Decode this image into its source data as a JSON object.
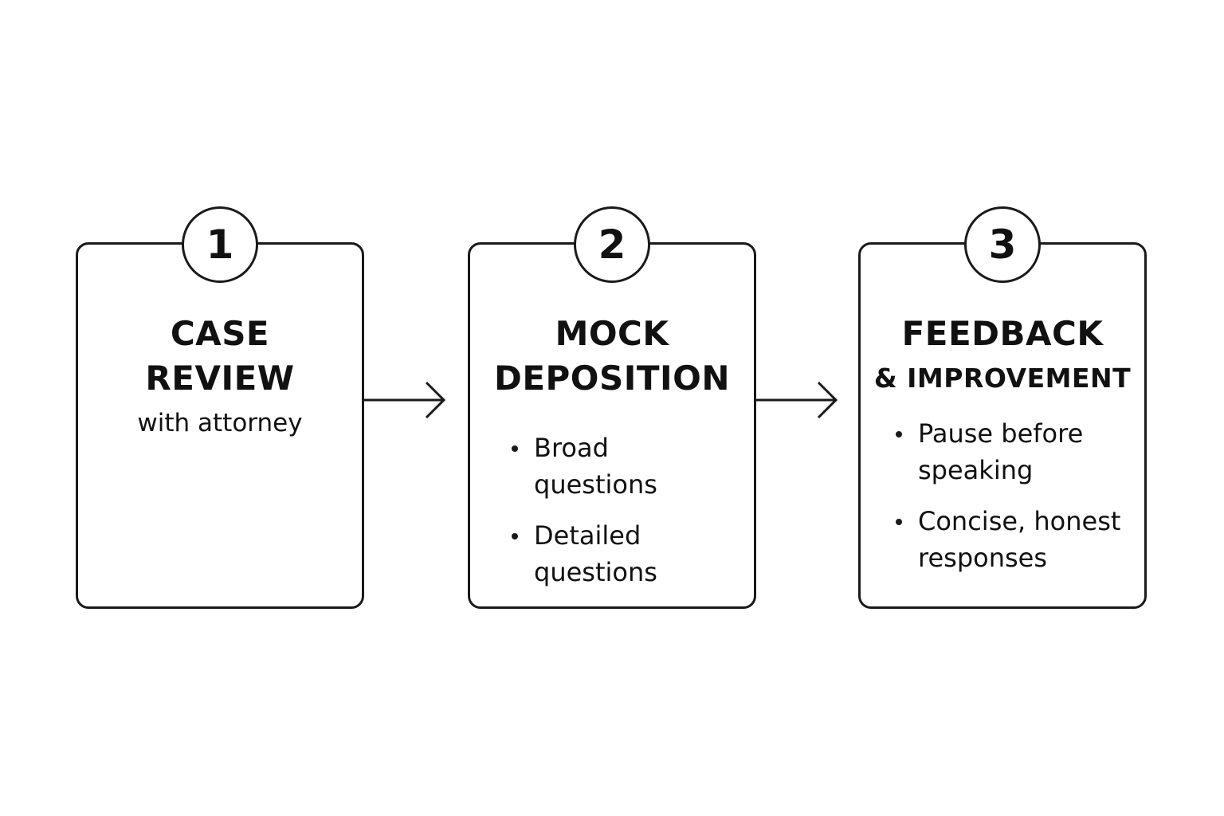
{
  "steps": [
    {
      "number": "1",
      "title_lines": [
        "CASE",
        "REVIEW"
      ],
      "subtitle": "with attorney",
      "bullets": []
    },
    {
      "number": "2",
      "title_lines": [
        "MOCK",
        "DEPOSITION"
      ],
      "subtitle": "",
      "bullets": [
        {
          "line1": "Broad",
          "line2": "questions"
        },
        {
          "line1": "Detailed",
          "line2": "questions"
        }
      ]
    },
    {
      "number": "3",
      "title_lines": [
        "FEEDBACK",
        "& IMPROVEMENT"
      ],
      "subtitle": "",
      "bullets": [
        {
          "line1": "Pause before",
          "line2": "speaking"
        },
        {
          "line1": "Concise, honest",
          "line2": "responses"
        }
      ]
    }
  ],
  "colors": {
    "stroke": "#1a1a1a",
    "text": "#111111",
    "background": "#ffffff"
  }
}
